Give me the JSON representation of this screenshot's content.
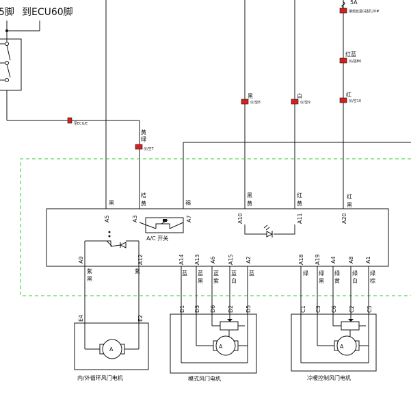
{
  "top_labels": {
    "left_pin": "5脚",
    "ecu_pin": "到ECU60脚"
  },
  "fuse": {
    "rating": "5A",
    "tag": "接熔丝盒G插孔20#"
  },
  "connectors": {
    "ecu_e": "至ECU/E",
    "yg": "仪/空7",
    "k28": "仪/空8",
    "k29": "仪/空9",
    "b6": "仪/插B6",
    "k10": "仪/空10"
  },
  "wire_colors": {
    "hei": "黑",
    "huang_lv": "黄",
    "lv": "绿",
    "bai": "白",
    "hong": "红",
    "hong_lan": "红蓝",
    "ju_huang_1": "桔",
    "ju_huang_2": "黄",
    "he": "褐",
    "hei_huang_1": "黑",
    "hei_huang_2": "黄",
    "hong_huang_1": "红",
    "hong_huang_2": "黄",
    "hong_hei_1": "红",
    "hong_hei_2": "黑",
    "a9_1": "紫",
    "a9_2": "黑",
    "a12": "紫",
    "a14": "蓝",
    "a13_1": "蓝",
    "a13_2": "黑",
    "a6_1": "蓝",
    "a6_2": "紫",
    "a15_1": "蓝",
    "a15_2": "白",
    "a2": "蓝",
    "a18": "绿",
    "a19_1": "绿",
    "a19_2": "黑",
    "a4_1": "绿",
    "a4_2": "黄",
    "a8_1": "绿",
    "a8_2": "白",
    "a1_1": "绿",
    "a1_2": "棕"
  },
  "pins": {
    "A5": "A5",
    "A3": "A3",
    "A7": "A7",
    "A10": "A10",
    "A11": "A11",
    "A20": "A20",
    "A9": "A9",
    "A12": "A12",
    "A14": "A14",
    "A13": "A13",
    "A6": "A6",
    "A15": "A15",
    "A2": "A2",
    "A18": "A18",
    "A19": "A19",
    "A4": "A4",
    "A8": "A8",
    "A1": "A1",
    "E4": "E4",
    "E2": "E2",
    "D1": "D1",
    "D3": "D3",
    "D6": "D6",
    "D2": "D2",
    "D5": "D5",
    "C1": "C1",
    "C3": "C3",
    "C6": "C6",
    "C2": "C2",
    "C5": "C5"
  },
  "ac_switch": "A/C 开关",
  "motors": {
    "recirc": "内/外循环风门电机",
    "mode": "模式风门电机",
    "temp": "冷暖控制风门电机",
    "symbol": "A"
  }
}
